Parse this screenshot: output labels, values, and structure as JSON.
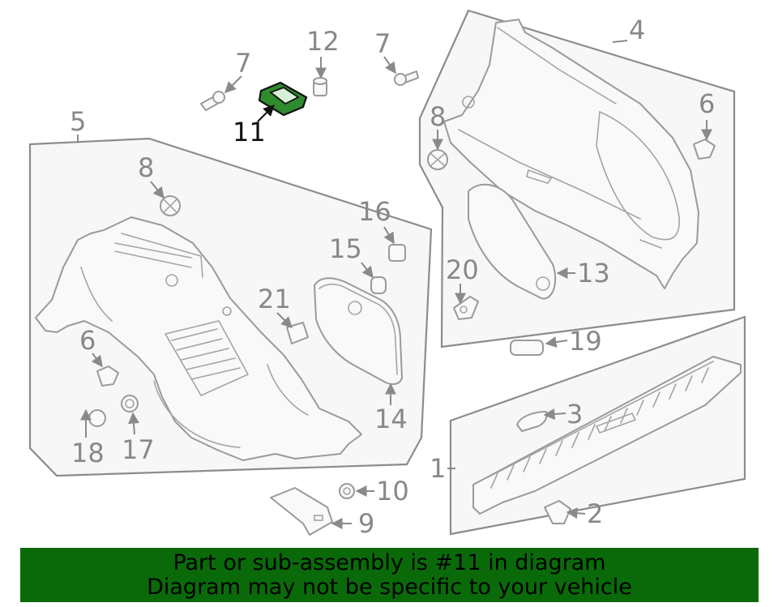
{
  "diagram": {
    "highlight_color": "#2e8b2e",
    "banner_color": "#0a6a0a",
    "callouts": [
      {
        "id": "c1",
        "label": "1"
      },
      {
        "id": "c2",
        "label": "2"
      },
      {
        "id": "c3",
        "label": "3"
      },
      {
        "id": "c4",
        "label": "4"
      },
      {
        "id": "c5",
        "label": "5"
      },
      {
        "id": "c6a",
        "label": "6"
      },
      {
        "id": "c6b",
        "label": "6"
      },
      {
        "id": "c7a",
        "label": "7"
      },
      {
        "id": "c7b",
        "label": "7"
      },
      {
        "id": "c8a",
        "label": "8"
      },
      {
        "id": "c8b",
        "label": "8"
      },
      {
        "id": "c9",
        "label": "9"
      },
      {
        "id": "c10",
        "label": "10"
      },
      {
        "id": "c11",
        "label": "11",
        "highlighted": true
      },
      {
        "id": "c12",
        "label": "12"
      },
      {
        "id": "c13",
        "label": "13"
      },
      {
        "id": "c14",
        "label": "14"
      },
      {
        "id": "c15",
        "label": "15"
      },
      {
        "id": "c16",
        "label": "16"
      },
      {
        "id": "c17",
        "label": "17"
      },
      {
        "id": "c18",
        "label": "18"
      },
      {
        "id": "c19",
        "label": "19"
      },
      {
        "id": "c20",
        "label": "20"
      },
      {
        "id": "c21",
        "label": "21"
      }
    ]
  },
  "banner": {
    "line1": "Part or sub-assembly is #11 in diagram",
    "line2": "Diagram may not be specific to your vehicle"
  }
}
